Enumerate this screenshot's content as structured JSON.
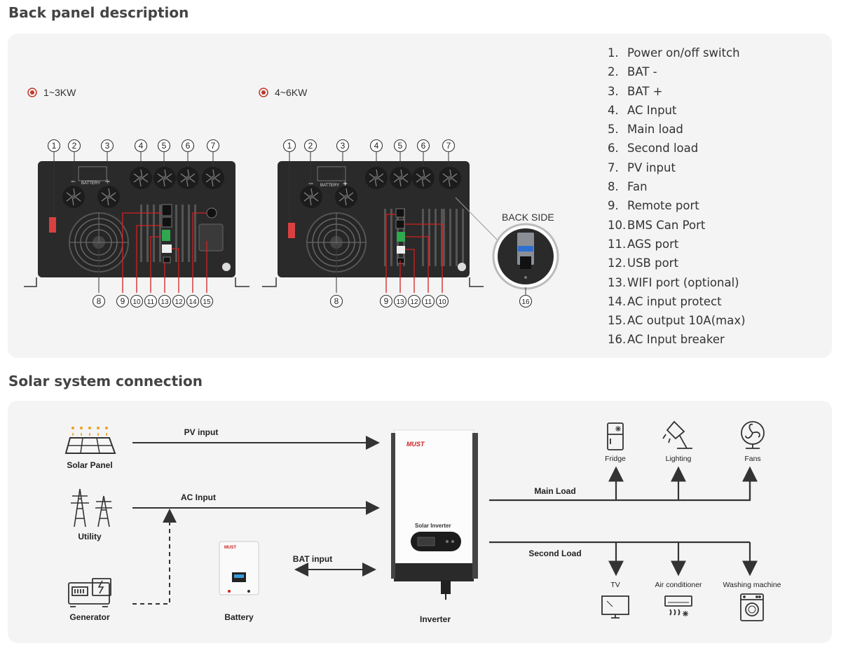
{
  "back_panel": {
    "heading": "Back panel description",
    "variant_a": "1~3KW",
    "variant_b": "4~6KW",
    "back_side_label": "BACK SIDE",
    "battery_label": "BATTERY",
    "legend": [
      {
        "num": "1.",
        "label": "Power on/off switch"
      },
      {
        "num": "2.",
        "label": "BAT -"
      },
      {
        "num": "3.",
        "label": "BAT +"
      },
      {
        "num": "4.",
        "label": "AC Input"
      },
      {
        "num": "5.",
        "label": "Main load"
      },
      {
        "num": "6.",
        "label": "Second load"
      },
      {
        "num": "7.",
        "label": "PV input"
      },
      {
        "num": "8.",
        "label": "Fan"
      },
      {
        "num": "9.",
        "label": "Remote port"
      },
      {
        "num": "10.",
        "label": "BMS Can Port"
      },
      {
        "num": "11.",
        "label": "AGS port"
      },
      {
        "num": "12.",
        "label": "USB port"
      },
      {
        "num": "13.",
        "label": "WIFI port (optional)"
      },
      {
        "num": "14.",
        "label": "AC input protect"
      },
      {
        "num": "15.",
        "label": "AC output 10A(max)"
      },
      {
        "num": "16.",
        "label": "AC Input breaker"
      }
    ],
    "callouts_a_top": [
      "1",
      "2",
      "3",
      "4",
      "5",
      "6",
      "7"
    ],
    "callouts_a_bottom": [
      "8",
      "9",
      "10",
      "11",
      "13",
      "12",
      "14",
      "15"
    ],
    "callouts_b_top": [
      "1",
      "2",
      "3",
      "4",
      "5",
      "6",
      "7"
    ],
    "callouts_b_bottom": [
      "8",
      "9",
      "13",
      "12",
      "11",
      "10"
    ],
    "callout_back": "16"
  },
  "solar": {
    "heading": "Solar system connection",
    "solar_panel": "Solar Panel",
    "utility": "Utility",
    "generator": "Generator",
    "battery": "Battery",
    "inverter": "Inverter",
    "pv_input": "PV input",
    "ac_input": "AC Input",
    "bat_input": "BAT input",
    "main_load": "Main Load",
    "second_load": "Second Load",
    "fridge": "Fridge",
    "lighting": "Lighting",
    "fans": "Fans",
    "tv": "TV",
    "air_conditioner": "Air conditioner",
    "washing_machine": "Washing machine",
    "brand": "MUST",
    "inverter_model": "Solar Inverter"
  }
}
